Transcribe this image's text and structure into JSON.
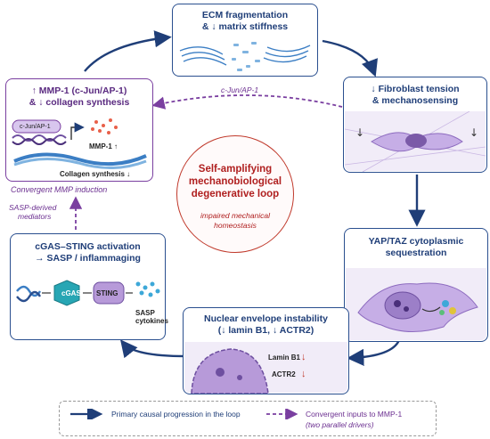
{
  "center": {
    "title_lines": [
      "Self-amplifying",
      "mechanobiological",
      "degenerative loop"
    ],
    "subtitle_lines": [
      "impaired mechanical",
      "homeostasis"
    ]
  },
  "boxes": {
    "ecm": {
      "title_lines": [
        "ECM fragmentation",
        "& ↓ matrix stiffness"
      ]
    },
    "fibroblast": {
      "title_lines": [
        "↓ Fibroblast tension",
        "& mechanosensing"
      ]
    },
    "yap": {
      "title_lines": [
        "YAP/TAZ cytoplasmic",
        "sequestration"
      ]
    },
    "nuclear": {
      "title_lines": [
        "Nuclear envelope instability",
        "(↓ lamin B1, ↓ ACTR2)"
      ],
      "lamin_label": "Lamin B1",
      "actr2_label": "ACTR2",
      "down_arrow": "↓"
    },
    "cgas": {
      "title_lines": [
        "cGAS–STING activation",
        "→ SASP / inflammaging"
      ],
      "cgas_label": "cGAS",
      "sting_label": "STING",
      "sasp_lines": [
        "SASP",
        "cytokines"
      ]
    },
    "mmp": {
      "title_lines": [
        "↑ MMP-1 (c-Jun/AP-1)",
        "& ↓ collagen synthesis"
      ],
      "cjun_pill": "c-Jun/AP-1",
      "mmp1_label": "MMP-1 ↑",
      "collagen_label": "Collagen synthesis ↓"
    }
  },
  "annotations": {
    "cjun_arrow_label": "c-Jun/AP-1",
    "convergent_mmp": "Convergent MMP induction",
    "sasp_mediators_lines": [
      "SASP-derived",
      "mediators"
    ]
  },
  "legend": {
    "solid_label": "Primary causal progression in the loop",
    "dashed_label_line1": "Convergent inputs to MMP-1",
    "dashed_label_line2": "(two parallel drivers)"
  },
  "colors": {
    "blue": "#1f3e78",
    "purple": "#7a3fa0",
    "red": "#b02020"
  }
}
